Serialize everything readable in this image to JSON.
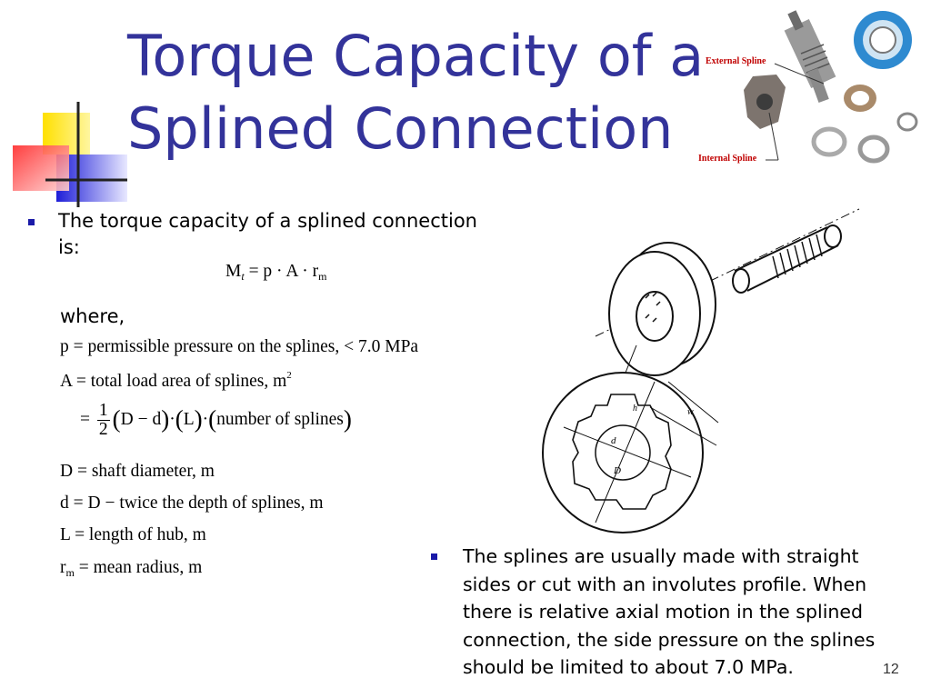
{
  "slide": {
    "title_line1": "Torque Capacity of a",
    "title_line2": "Splined Connection",
    "page_number": "12"
  },
  "photo": {
    "external_label": "External Spline",
    "internal_label": "Internal Spline"
  },
  "bullet1": {
    "line1": "The torque capacity of a splined connection",
    "line2": "is:"
  },
  "formula_main": {
    "lhs": "M",
    "lhs_sub": "t",
    "rhs_a": "= p · A · r",
    "rhs_sub": "m"
  },
  "where_label": "where,",
  "definitions": {
    "p": "p = permissible pressure on the splines, < 7.0 MPa",
    "A_main": "A = total load area of splines, m",
    "A_sup": "2",
    "A_eq": "=",
    "A_num": "1",
    "A_den": "2",
    "A_p1": "D − d",
    "A_dot1": "·",
    "A_p2": "L",
    "A_dot2": "·",
    "A_p3": "number of splines",
    "D": "D = shaft diameter, m",
    "d": "d = D − twice the depth of splines, m",
    "L": "L = length of hub,  m",
    "rm_r": "r",
    "rm_sub": "m",
    "rm_rest": " = mean radius, m"
  },
  "drawing": {
    "label_D": "D",
    "label_d": "d",
    "label_h": "h",
    "label_w": "w"
  },
  "bullet2": {
    "line1": "The splines are usually made with straight",
    "line2": "sides or cut with an involutes profile. When",
    "line3": "there is relative axial motion in the splined",
    "line4": "connection, the side pressure on the splines",
    "line5": "should be limited to about 7.0 MPa."
  },
  "colors": {
    "title": "#33339a",
    "bullet": "#1a1aa8",
    "deco_yellow": "#ffd700",
    "deco_blue": "#2a2ad8",
    "deco_red": "#ff3b3b"
  }
}
